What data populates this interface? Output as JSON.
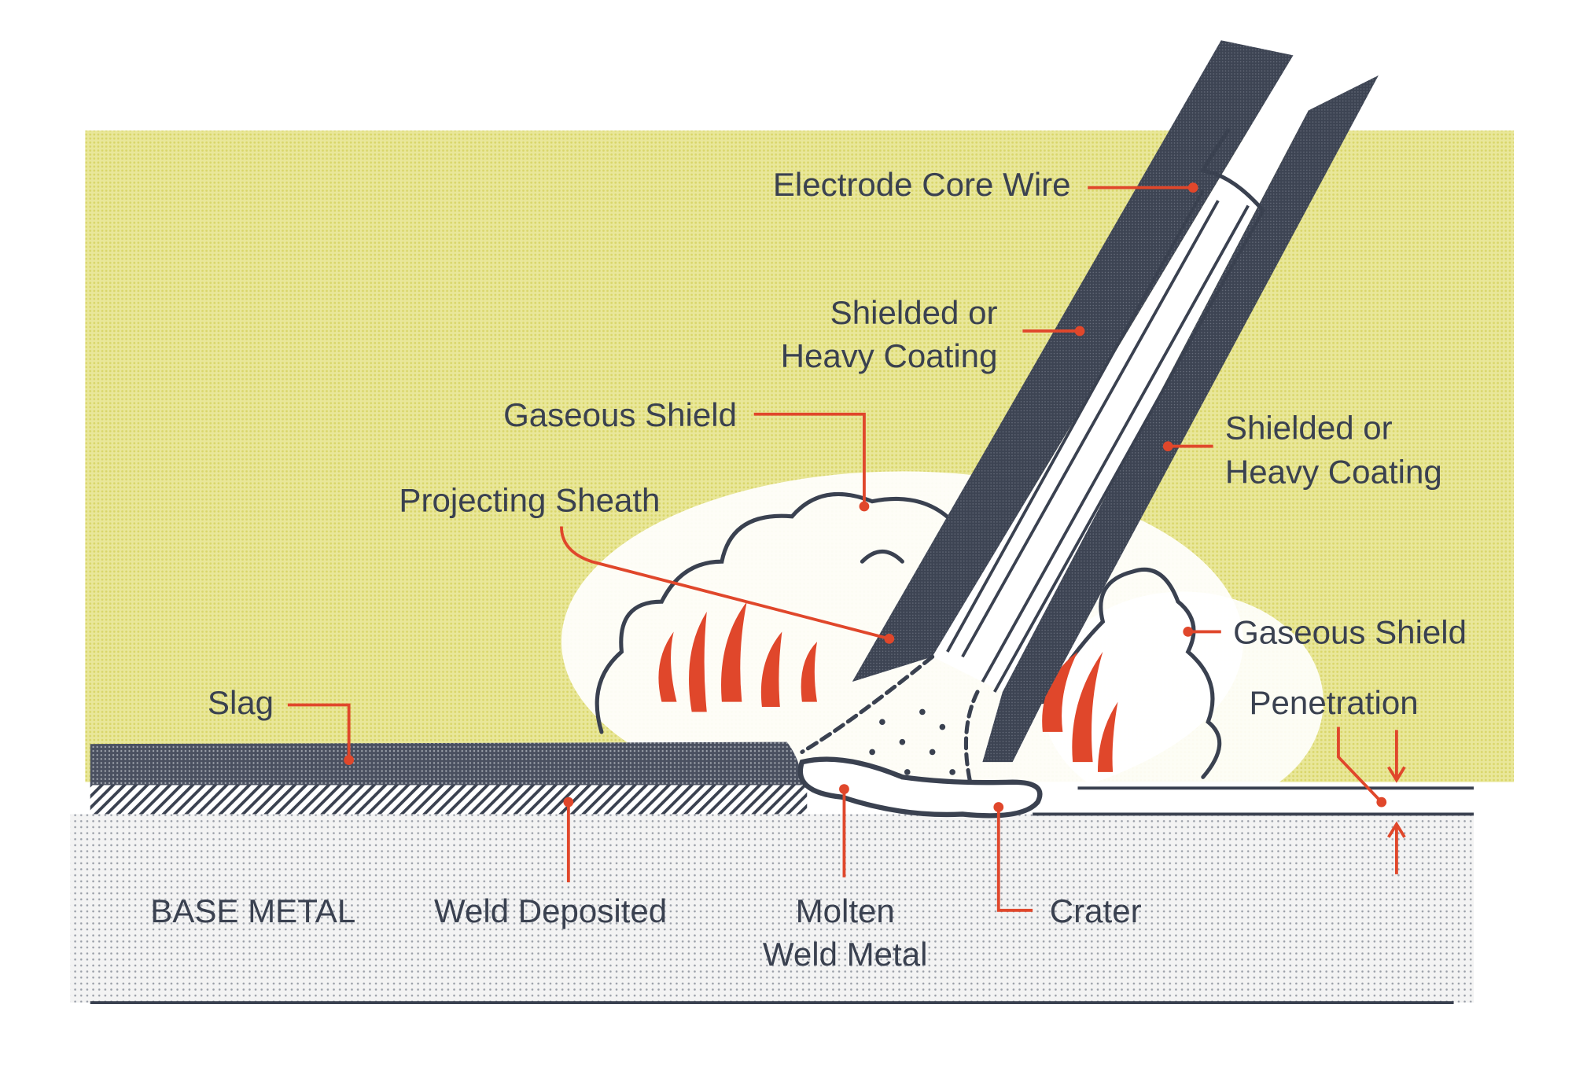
{
  "title": "Shielded Metal Arc Welding",
  "colors": {
    "background_panel": "#e6e48c",
    "ink": "#3a4150",
    "accent": "#e0472b",
    "base_metal": "#ececec"
  },
  "labels": {
    "electrode_core_wire": "Electrode Core Wire",
    "coating_left_line1": "Shielded or",
    "coating_left_line2": "Heavy Coating",
    "coating_right_line1": "Shielded or",
    "coating_right_line2": "Heavy Coating",
    "gaseous_shield_left": "Gaseous Shield",
    "gaseous_shield_right": "Gaseous Shield",
    "projecting_sheath": "Projecting Sheath",
    "slag": "Slag",
    "penetration": "Penetration",
    "base_metal": "BASE METAL",
    "weld_deposited": "Weld Deposited",
    "molten_line1": "Molten",
    "molten_line2": "Weld Metal",
    "crater": "Crater"
  }
}
